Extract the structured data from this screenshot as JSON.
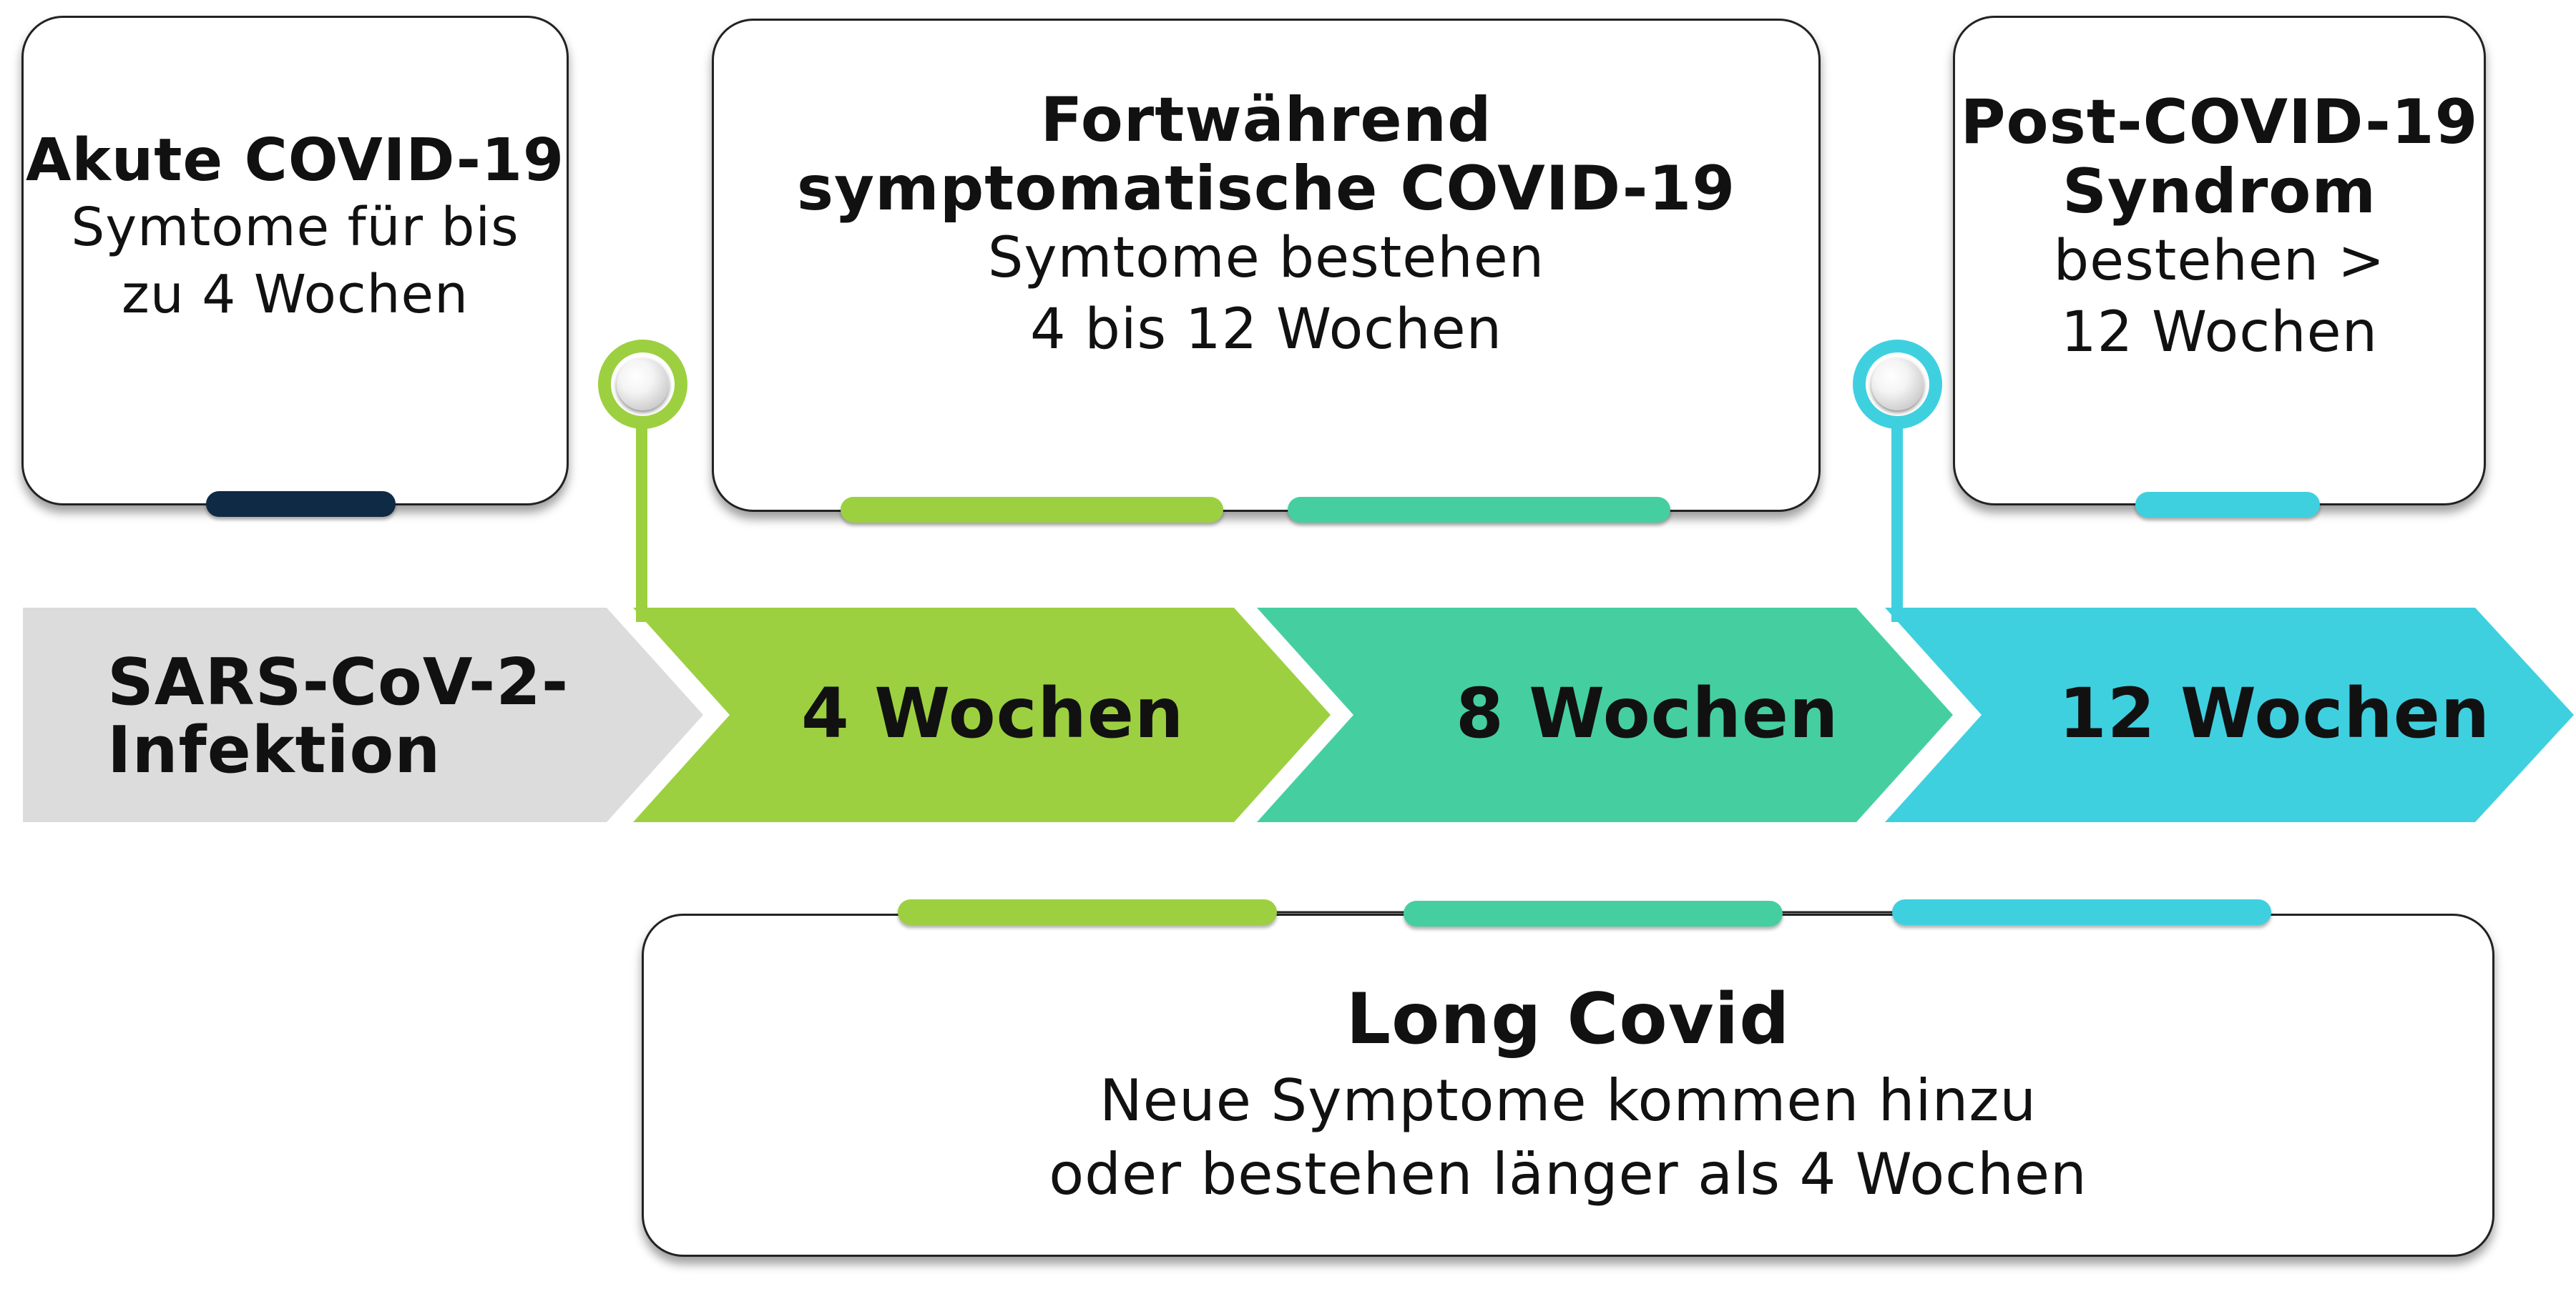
{
  "colors": {
    "infection": "#dcdcdc",
    "week4": "#9cd040",
    "week8": "#45cfa0",
    "week12": "#3fd0e0",
    "navy": "#0f2a45",
    "border": "#222222",
    "knob_ring_green": "#9cd040",
    "knob_ring_cyan": "#3fd0e0"
  },
  "timeline": {
    "segments": [
      {
        "id": "infection",
        "label_lines": [
          "SARS-CoV-2-",
          "Infektion"
        ],
        "color": "#dcdcdc"
      },
      {
        "id": "week4",
        "label": "4 Wochen",
        "color": "#9cd040"
      },
      {
        "id": "week8",
        "label": "8 Wochen",
        "color": "#45cfa0"
      },
      {
        "id": "week12",
        "label": "12 Wochen",
        "color": "#3fd0e0"
      }
    ]
  },
  "boxes": {
    "acute": {
      "title": "Akute COVID-19",
      "body_lines": [
        "Symtome für bis",
        "zu 4 Wochen"
      ]
    },
    "ongoing": {
      "title_lines": [
        "Fortwährend",
        "symptomatische COVID-19"
      ],
      "body_lines": [
        "Symtome bestehen",
        "4 bis 12 Wochen"
      ]
    },
    "post": {
      "title_lines": [
        "Post-COVID-19",
        "Syndrom"
      ],
      "body_lines": [
        "bestehen >",
        "12 Wochen"
      ]
    },
    "long": {
      "title": "Long Covid",
      "body_lines": [
        "Neue Symptome kommen hinzu",
        "oder bestehen länger als 4 Wochen"
      ]
    }
  }
}
